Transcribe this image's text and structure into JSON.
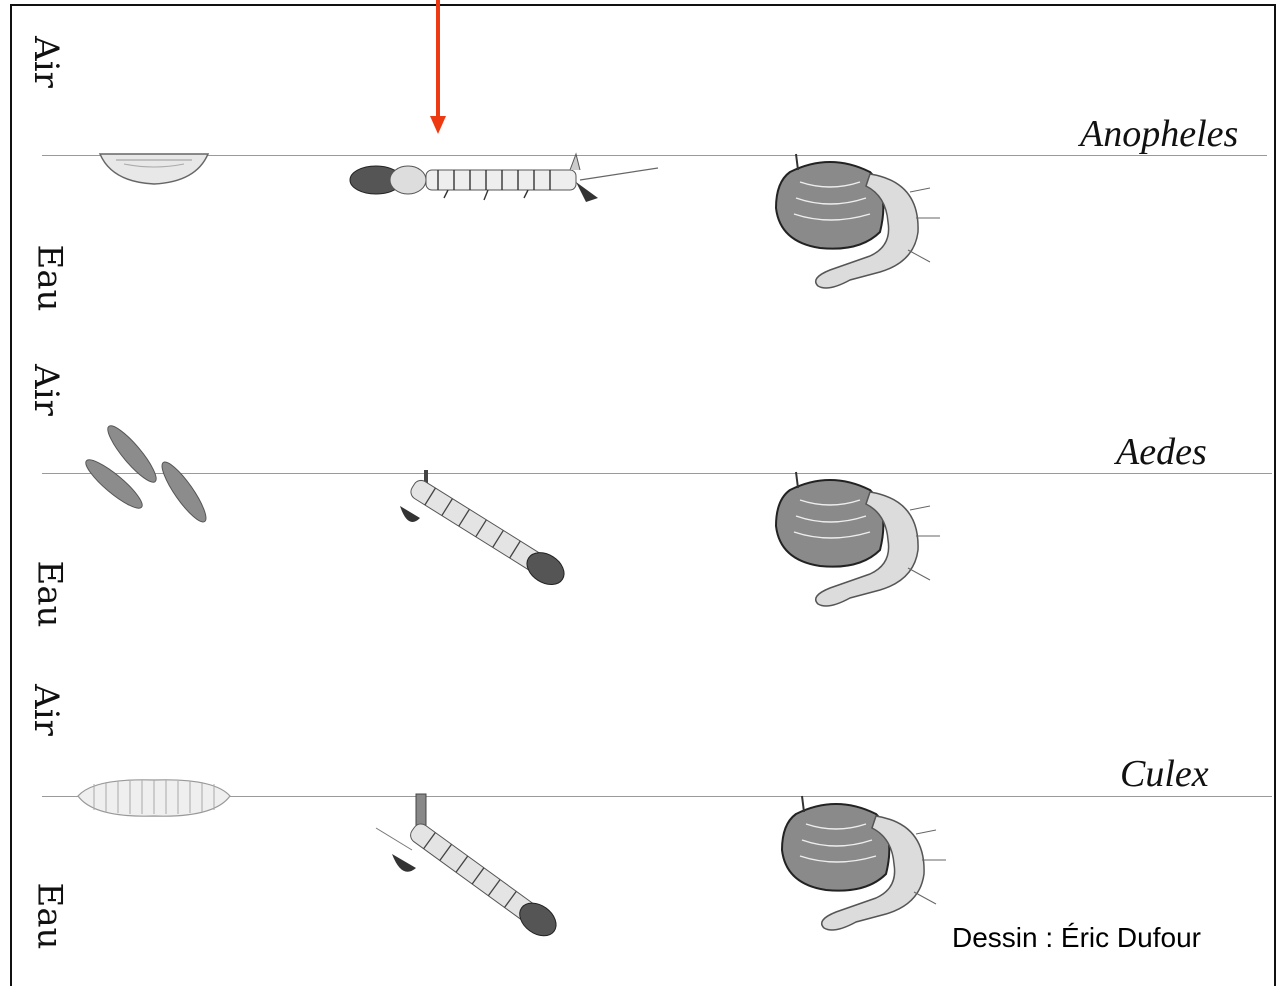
{
  "labels": {
    "air": "Air",
    "eau": "Eau"
  },
  "genera": [
    "Anopheles",
    "Aedes",
    "Culex"
  ],
  "credit": "Dessin : Éric Dufour",
  "colors": {
    "arrow": "#ee3a12",
    "waterline": "#9a9a9a",
    "ink": "#111111"
  }
}
